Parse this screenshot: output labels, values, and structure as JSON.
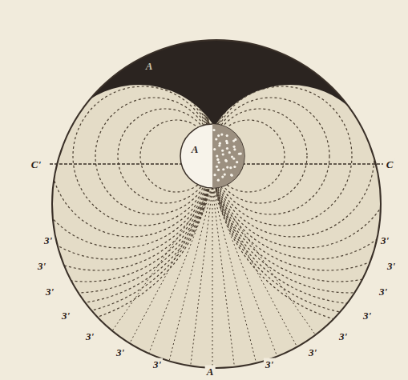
{
  "diagram": {
    "labels": [
      "A",
      "A",
      "C'",
      "C",
      "A",
      "3'",
      "3'",
      "3'",
      "3'",
      "3'",
      "3'",
      "3'",
      "3'",
      "3'",
      "3'",
      "3'",
      "3'",
      "3'",
      "3'"
    ]
  }
}
